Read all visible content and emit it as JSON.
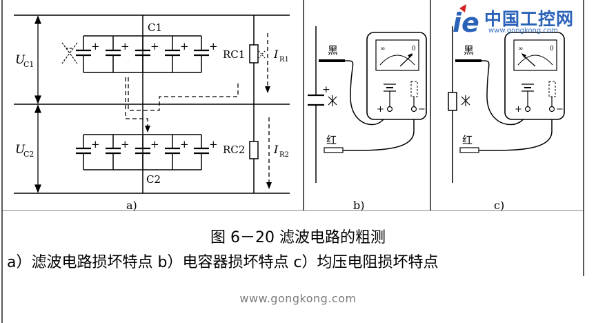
{
  "logo": {
    "cn": "中国工控网",
    "url": "www.gongkong.com"
  },
  "panel_a": {
    "c1": "C1",
    "c2": "C2",
    "rc1": "RC1",
    "rc2": "RC2",
    "uc1_main": "U",
    "uc1_sub": "C1",
    "uc2_main": "U",
    "uc2_sub": "C2",
    "ir1_main": "I",
    "ir1_sub": "R1",
    "ir2_main": "I",
    "ir2_sub": "R2",
    "plus": "+",
    "label": "a)"
  },
  "panel_b": {
    "black": "黑",
    "red": "红",
    "plus": "+",
    "minus": "−",
    "label": "b)"
  },
  "panel_c": {
    "black": "黑",
    "red": "红",
    "plus": "+",
    "minus": "−",
    "label": "c)"
  },
  "caption": {
    "title": "图 6－20   滤波电路的粗测",
    "subtitle": "a）滤波电路损坏特点   b）电容器损坏特点   c）均压电阻损坏特点"
  },
  "footer": {
    "url": "www.gongkong.com"
  },
  "colors": {
    "line": "#000000",
    "logo_blue": "#2a62b8",
    "logo_red": "#d42020",
    "footer_gray": "#7a7a7a"
  }
}
